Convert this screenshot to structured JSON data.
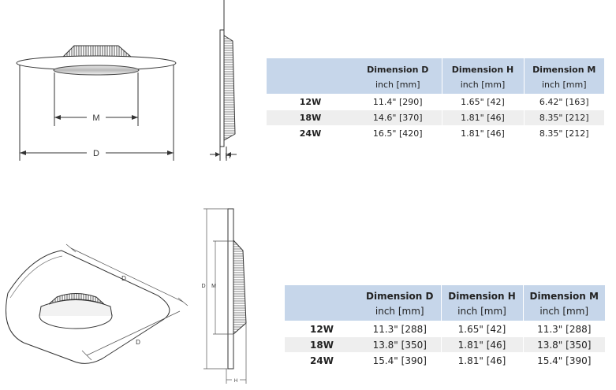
{
  "drawings": {
    "label_d": "D",
    "label_m": "M",
    "label_h": "H"
  },
  "table1": {
    "headers": [
      {
        "title": "Dimension D",
        "unit": "inch [mm]"
      },
      {
        "title": "Dimension H",
        "unit": "inch [mm]"
      },
      {
        "title": "Dimension M",
        "unit": "inch [mm]"
      }
    ],
    "rows": [
      {
        "label": "12W",
        "d": "11.4\" [290]",
        "h": "1.65\" [42]",
        "m": "6.42\" [163]"
      },
      {
        "label": "18W",
        "d": "14.6\" [370]",
        "h": "1.81\" [46]",
        "m": "8.35\" [212]"
      },
      {
        "label": "24W",
        "d": "16.5\" [420]",
        "h": "1.81\" [46]",
        "m": "8.35\" [212]"
      }
    ]
  },
  "table2": {
    "headers": [
      {
        "title": "Dimension D",
        "unit": "inch [mm]"
      },
      {
        "title": "Dimension H",
        "unit": "inch [mm]"
      },
      {
        "title": "Dimension M",
        "unit": "inch [mm]"
      }
    ],
    "rows": [
      {
        "label": "12W",
        "d": "11.3\" [288]",
        "h": "1.65\" [42]",
        "m": "11.3\" [288]"
      },
      {
        "label": "18W",
        "d": "13.8\" [350]",
        "h": "1.81\" [46]",
        "m": "13.8\" [350]"
      },
      {
        "label": "24W",
        "d": "15.4\" [390]",
        "h": "1.81\" [46]",
        "m": "15.4\" [390]"
      }
    ]
  }
}
